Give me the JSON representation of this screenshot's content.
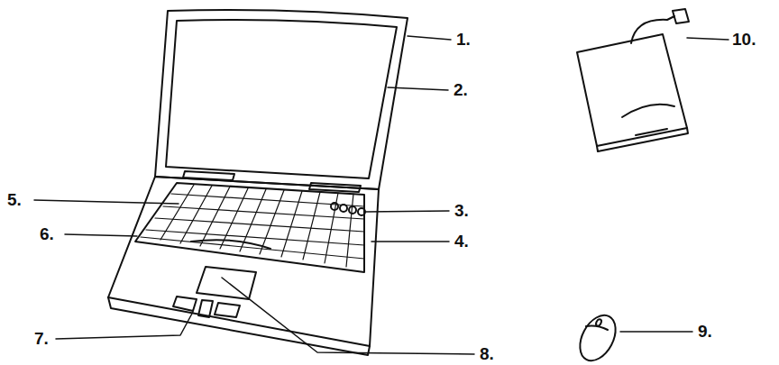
{
  "diagram": {
    "labels": [
      "1.",
      "2.",
      "3.",
      "4.",
      "5.",
      "6.",
      "7.",
      "8.",
      "9.",
      "10."
    ]
  }
}
